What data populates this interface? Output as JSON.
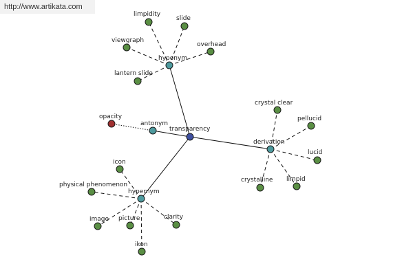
{
  "site_url": "http://www.artikata.com",
  "colors": {
    "leaf": "#5a8f44",
    "category": "#4e9a9e",
    "center": "#3e4fa0",
    "antonym_leaf": "#a03030",
    "edge": "#111111"
  },
  "nodes": [
    {
      "id": "transparency",
      "label": "transparency",
      "kind": "center"
    },
    {
      "id": "hyponym",
      "label": "hyponym",
      "kind": "category"
    },
    {
      "id": "antonym",
      "label": "antonym",
      "kind": "category"
    },
    {
      "id": "derivation",
      "label": "derivation",
      "kind": "category"
    },
    {
      "id": "hypernym",
      "label": "hypernym",
      "kind": "category"
    },
    {
      "id": "limpidity",
      "label": "limpidity",
      "kind": "leaf"
    },
    {
      "id": "slide",
      "label": "slide",
      "kind": "leaf"
    },
    {
      "id": "viewgraph",
      "label": "viewgraph",
      "kind": "leaf"
    },
    {
      "id": "overhead",
      "label": "overhead",
      "kind": "leaf"
    },
    {
      "id": "lantern-slide",
      "label": "lantern slide",
      "kind": "leaf"
    },
    {
      "id": "opacity",
      "label": "opacity",
      "kind": "antonym_leaf"
    },
    {
      "id": "crystal-clear",
      "label": "crystal clear",
      "kind": "leaf"
    },
    {
      "id": "pellucid",
      "label": "pellucid",
      "kind": "leaf"
    },
    {
      "id": "lucid",
      "label": "lucid",
      "kind": "leaf"
    },
    {
      "id": "crystalline",
      "label": "crystalline",
      "kind": "leaf"
    },
    {
      "id": "limpid",
      "label": "limpid",
      "kind": "leaf"
    },
    {
      "id": "icon",
      "label": "icon",
      "kind": "leaf"
    },
    {
      "id": "physical-phenomenon",
      "label": "physical phenomenon",
      "kind": "leaf"
    },
    {
      "id": "image",
      "label": "image",
      "kind": "leaf"
    },
    {
      "id": "picture",
      "label": "picture",
      "kind": "leaf"
    },
    {
      "id": "clarity",
      "label": "clarity",
      "kind": "leaf"
    },
    {
      "id": "ikon",
      "label": "ikon",
      "kind": "leaf"
    }
  ],
  "edges": [
    {
      "from": "transparency",
      "to": "hyponym",
      "style": "solid"
    },
    {
      "from": "transparency",
      "to": "antonym",
      "style": "solid"
    },
    {
      "from": "transparency",
      "to": "derivation",
      "style": "solid"
    },
    {
      "from": "transparency",
      "to": "hypernym",
      "style": "solid"
    },
    {
      "from": "hyponym",
      "to": "limpidity",
      "style": "dashed"
    },
    {
      "from": "hyponym",
      "to": "slide",
      "style": "dashed"
    },
    {
      "from": "hyponym",
      "to": "viewgraph",
      "style": "dashed"
    },
    {
      "from": "hyponym",
      "to": "overhead",
      "style": "dashed"
    },
    {
      "from": "hyponym",
      "to": "lantern-slide",
      "style": "dashed"
    },
    {
      "from": "antonym",
      "to": "opacity",
      "style": "dotted"
    },
    {
      "from": "derivation",
      "to": "crystal-clear",
      "style": "dashed"
    },
    {
      "from": "derivation",
      "to": "pellucid",
      "style": "dashed"
    },
    {
      "from": "derivation",
      "to": "lucid",
      "style": "dashed"
    },
    {
      "from": "derivation",
      "to": "crystalline",
      "style": "dashed"
    },
    {
      "from": "derivation",
      "to": "limpid",
      "style": "dashed"
    },
    {
      "from": "hypernym",
      "to": "icon",
      "style": "dashed"
    },
    {
      "from": "hypernym",
      "to": "physical-phenomenon",
      "style": "dashed"
    },
    {
      "from": "hypernym",
      "to": "image",
      "style": "dashed"
    },
    {
      "from": "hypernym",
      "to": "picture",
      "style": "dashed"
    },
    {
      "from": "hypernym",
      "to": "clarity",
      "style": "dashed"
    },
    {
      "from": "hypernym",
      "to": "ikon",
      "style": "dashed"
    }
  ]
}
